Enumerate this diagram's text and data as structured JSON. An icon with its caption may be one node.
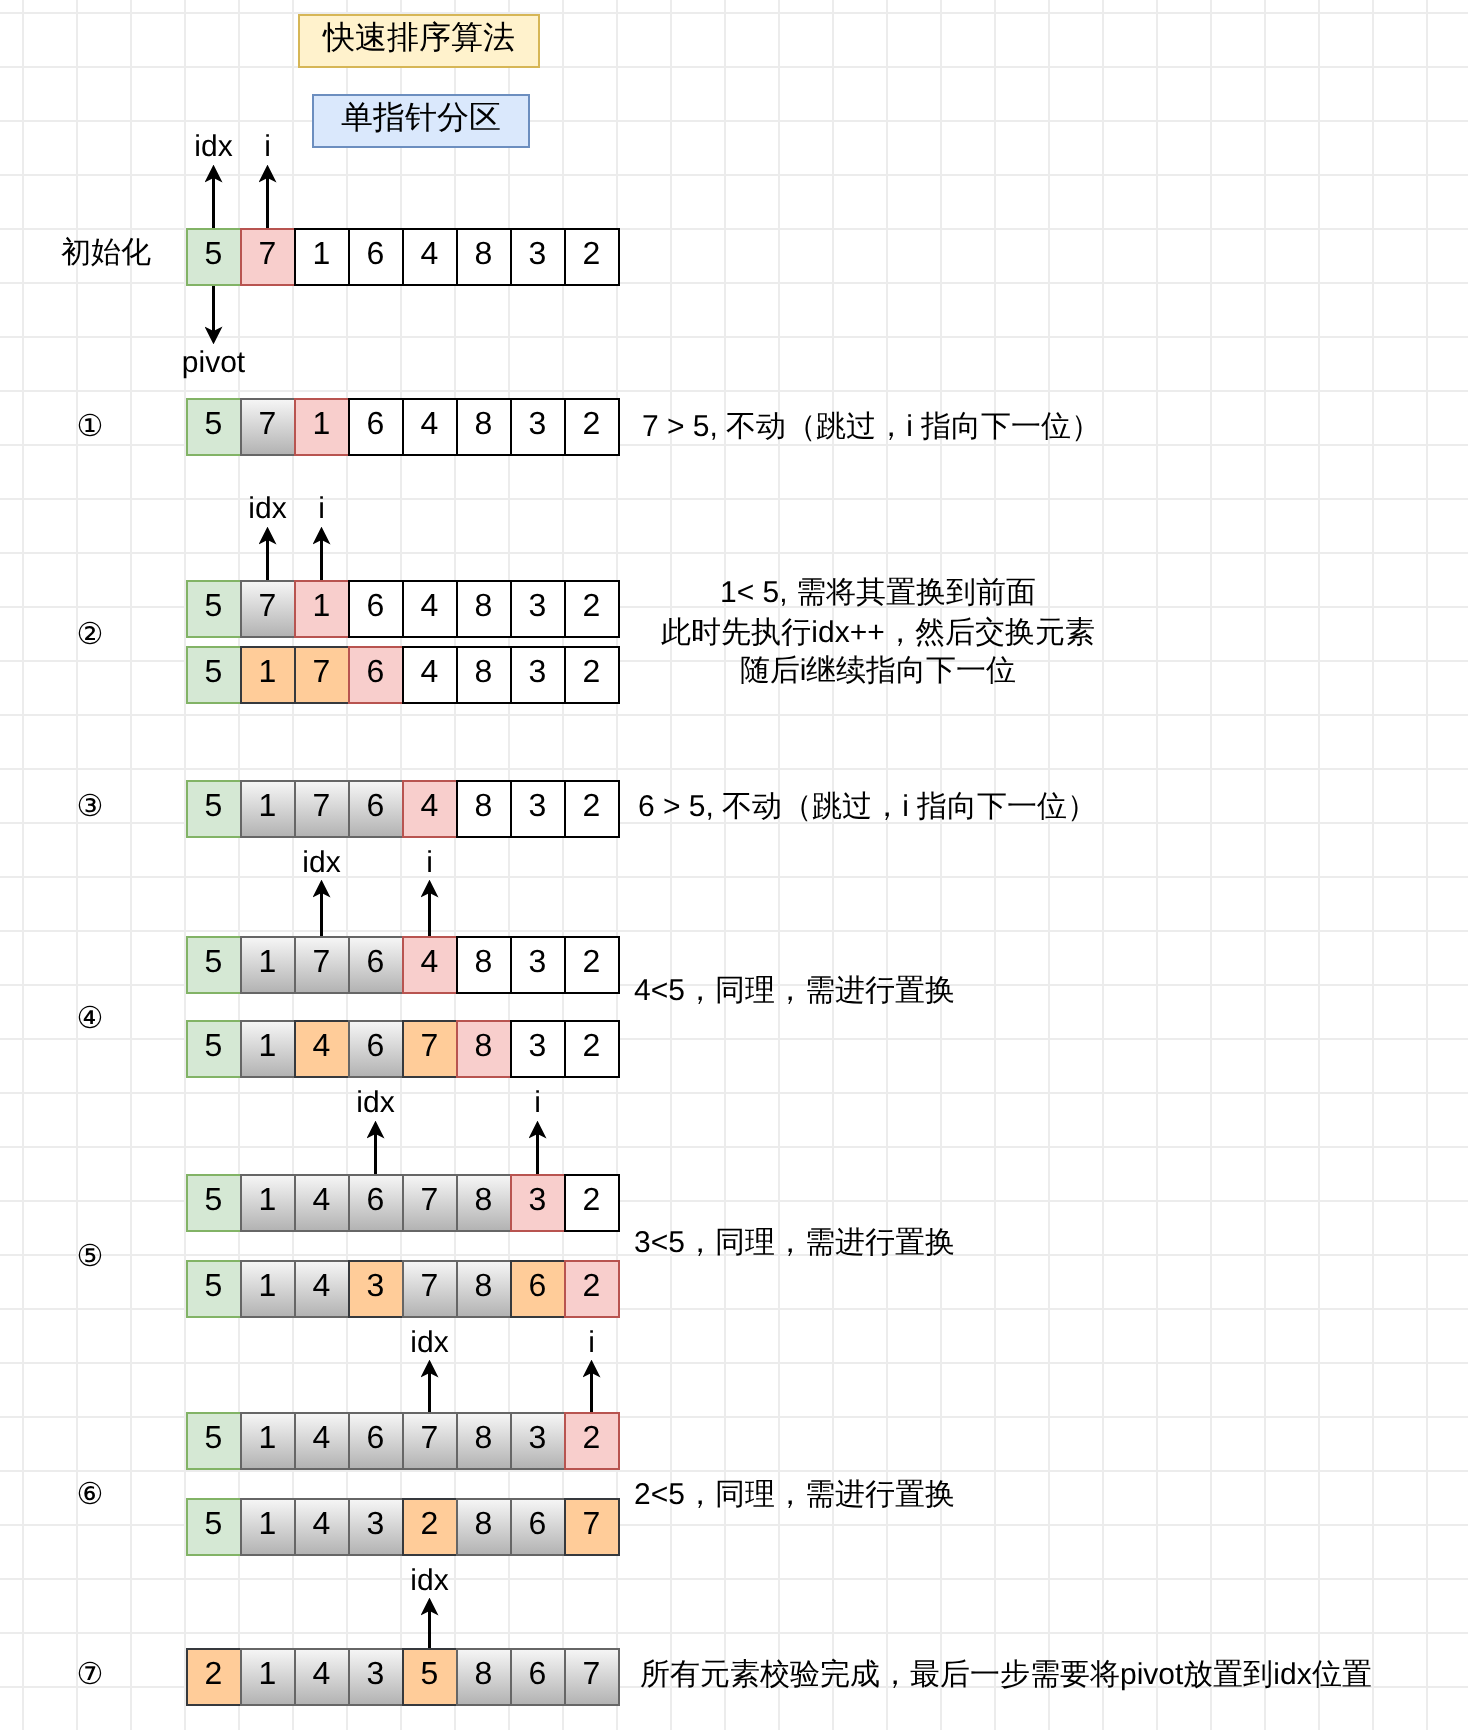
{
  "diagram": {
    "nodes": [
      {
        "text": [
          "快速排序算法"
        ]
      },
      {
        "text": [
          "单指针分区"
        ]
      },
      {
        "text": [
          "idx"
        ]
      },
      {
        "text": [
          "i"
        ]
      },
      {
        "text": [
          "5"
        ]
      },
      {
        "text": [
          "7"
        ]
      },
      {
        "text": [
          "1"
        ]
      },
      {
        "text": [
          "6"
        ]
      },
      {
        "text": [
          "4"
        ]
      },
      {
        "text": [
          "8"
        ]
      },
      {
        "text": [
          "3"
        ]
      },
      {
        "text": [
          "2"
        ]
      },
      {
        "text": [
          "pivot"
        ]
      },
      {
        "text": [
          "5"
        ]
      },
      {
        "text": [
          "7"
        ]
      },
      {
        "text": [
          "1"
        ]
      },
      {
        "text": [
          "6"
        ]
      },
      {
        "text": [
          "4"
        ]
      },
      {
        "text": [
          "8"
        ]
      },
      {
        "text": [
          "3"
        ]
      },
      {
        "text": [
          "2"
        ]
      },
      {
        "text": [
          "idx"
        ]
      },
      {
        "text": [
          "i"
        ]
      },
      {
        "text": [
          "5"
        ]
      },
      {
        "text": [
          "7"
        ]
      },
      {
        "text": [
          "1"
        ]
      },
      {
        "text": [
          "6"
        ]
      },
      {
        "text": [
          "4"
        ]
      },
      {
        "text": [
          "8"
        ]
      },
      {
        "text": [
          "3"
        ]
      },
      {
        "text": [
          "2"
        ]
      },
      {
        "text": [
          "5"
        ]
      },
      {
        "text": [
          "1"
        ]
      },
      {
        "text": [
          "7"
        ]
      },
      {
        "text": [
          "6"
        ]
      },
      {
        "text": [
          "4"
        ]
      },
      {
        "text": [
          "8"
        ]
      },
      {
        "text": [
          "3"
        ]
      },
      {
        "text": [
          "2"
        ]
      },
      {
        "text": [
          "5"
        ]
      },
      {
        "text": [
          "1"
        ]
      },
      {
        "text": [
          "7"
        ]
      },
      {
        "text": [
          "6"
        ]
      },
      {
        "text": [
          "4"
        ]
      },
      {
        "text": [
          "8"
        ]
      },
      {
        "text": [
          "3"
        ]
      },
      {
        "text": [
          "2"
        ]
      },
      {
        "text": [
          "idx"
        ]
      },
      {
        "text": [
          "i"
        ]
      },
      {
        "text": [
          "5"
        ]
      },
      {
        "text": [
          "1"
        ]
      },
      {
        "text": [
          "7"
        ]
      },
      {
        "text": [
          "6"
        ]
      },
      {
        "text": [
          "4"
        ]
      },
      {
        "text": [
          "8"
        ]
      },
      {
        "text": [
          "3"
        ]
      },
      {
        "text": [
          "2"
        ]
      },
      {
        "text": [
          "5"
        ]
      },
      {
        "text": [
          "1"
        ]
      },
      {
        "text": [
          "4"
        ]
      },
      {
        "text": [
          "6"
        ]
      },
      {
        "text": [
          "7"
        ]
      },
      {
        "text": [
          "8"
        ]
      },
      {
        "text": [
          "3"
        ]
      },
      {
        "text": [
          "2"
        ]
      },
      {
        "text": [
          "idx"
        ]
      },
      {
        "text": [
          "i"
        ]
      },
      {
        "text": [
          "5"
        ]
      },
      {
        "text": [
          "1"
        ]
      },
      {
        "text": [
          "4"
        ]
      },
      {
        "text": [
          "6"
        ]
      },
      {
        "text": [
          "7"
        ]
      },
      {
        "text": [
          "8"
        ]
      },
      {
        "text": [
          "3"
        ]
      },
      {
        "text": [
          "2"
        ]
      },
      {
        "text": [
          "5"
        ]
      },
      {
        "text": [
          "1"
        ]
      },
      {
        "text": [
          "4"
        ]
      },
      {
        "text": [
          "3"
        ]
      },
      {
        "text": [
          "7"
        ]
      },
      {
        "text": [
          "8"
        ]
      },
      {
        "text": [
          "6"
        ]
      },
      {
        "text": [
          "2"
        ]
      },
      {
        "text": [
          "idx"
        ]
      },
      {
        "text": [
          "i"
        ]
      },
      {
        "text": [
          "5"
        ]
      },
      {
        "text": [
          "1"
        ]
      },
      {
        "text": [
          "4"
        ]
      },
      {
        "text": [
          "6"
        ]
      },
      {
        "text": [
          "7"
        ]
      },
      {
        "text": [
          "8"
        ]
      },
      {
        "text": [
          "3"
        ]
      },
      {
        "text": [
          "2"
        ]
      },
      {
        "text": [
          "5"
        ]
      },
      {
        "text": [
          "1"
        ]
      },
      {
        "text": [
          "4"
        ]
      },
      {
        "text": [
          "3"
        ]
      },
      {
        "text": [
          "2"
        ]
      },
      {
        "text": [
          "8"
        ]
      },
      {
        "text": [
          "6"
        ]
      },
      {
        "text": [
          "7"
        ]
      },
      {
        "text": [
          "idx"
        ]
      },
      {
        "text": [
          "2"
        ]
      },
      {
        "text": [
          "1"
        ]
      },
      {
        "text": [
          "4"
        ]
      },
      {
        "text": [
          "3"
        ]
      },
      {
        "text": [
          "5"
        ]
      },
      {
        "text": [
          "8"
        ]
      },
      {
        "text": [
          "6"
        ]
      },
      {
        "text": [
          "7"
        ]
      }
    ],
    "edges": [
      {
        "from": 4,
        "to": 2,
        "arrow": "to"
      },
      {
        "from": 5,
        "to": 3,
        "arrow": "to"
      },
      {
        "from": 4,
        "to": 12,
        "arrow": "to"
      },
      {
        "from": 24,
        "to": 21,
        "arrow": "to"
      },
      {
        "from": 25,
        "to": 22,
        "arrow": "to"
      },
      {
        "from": 51,
        "to": 47,
        "arrow": "to"
      },
      {
        "from": 53,
        "to": 48,
        "arrow": "to"
      },
      {
        "from": 70,
        "to": 65,
        "arrow": "to"
      },
      {
        "from": 73,
        "to": 66,
        "arrow": "to"
      },
      {
        "from": 89,
        "to": 83,
        "arrow": "to"
      },
      {
        "from": 92,
        "to": 84,
        "arrow": "to"
      },
      {
        "from": 106,
        "to": 101,
        "arrow": "to"
      }
    ],
    "labels": [
      "初始化",
      "①",
      "7 > 5, 不动（跳过，i 指向下一位）",
      "1< 5, 需将其置换到前面",
      "②",
      "此时先执行idx++，然后交换元素",
      "随后i继续指向下一位",
      "③",
      "6 > 5, 不动（跳过，i 指向下一位）",
      "4<5，同理，需进行置换",
      "④",
      "3<5，同理，需进行置换",
      "⑤",
      "⑥",
      "2<5，同理，需进行置换",
      "⑦",
      "所有元素校验完成，最后一步需要将pivot放置到idx位置"
    ]
  }
}
